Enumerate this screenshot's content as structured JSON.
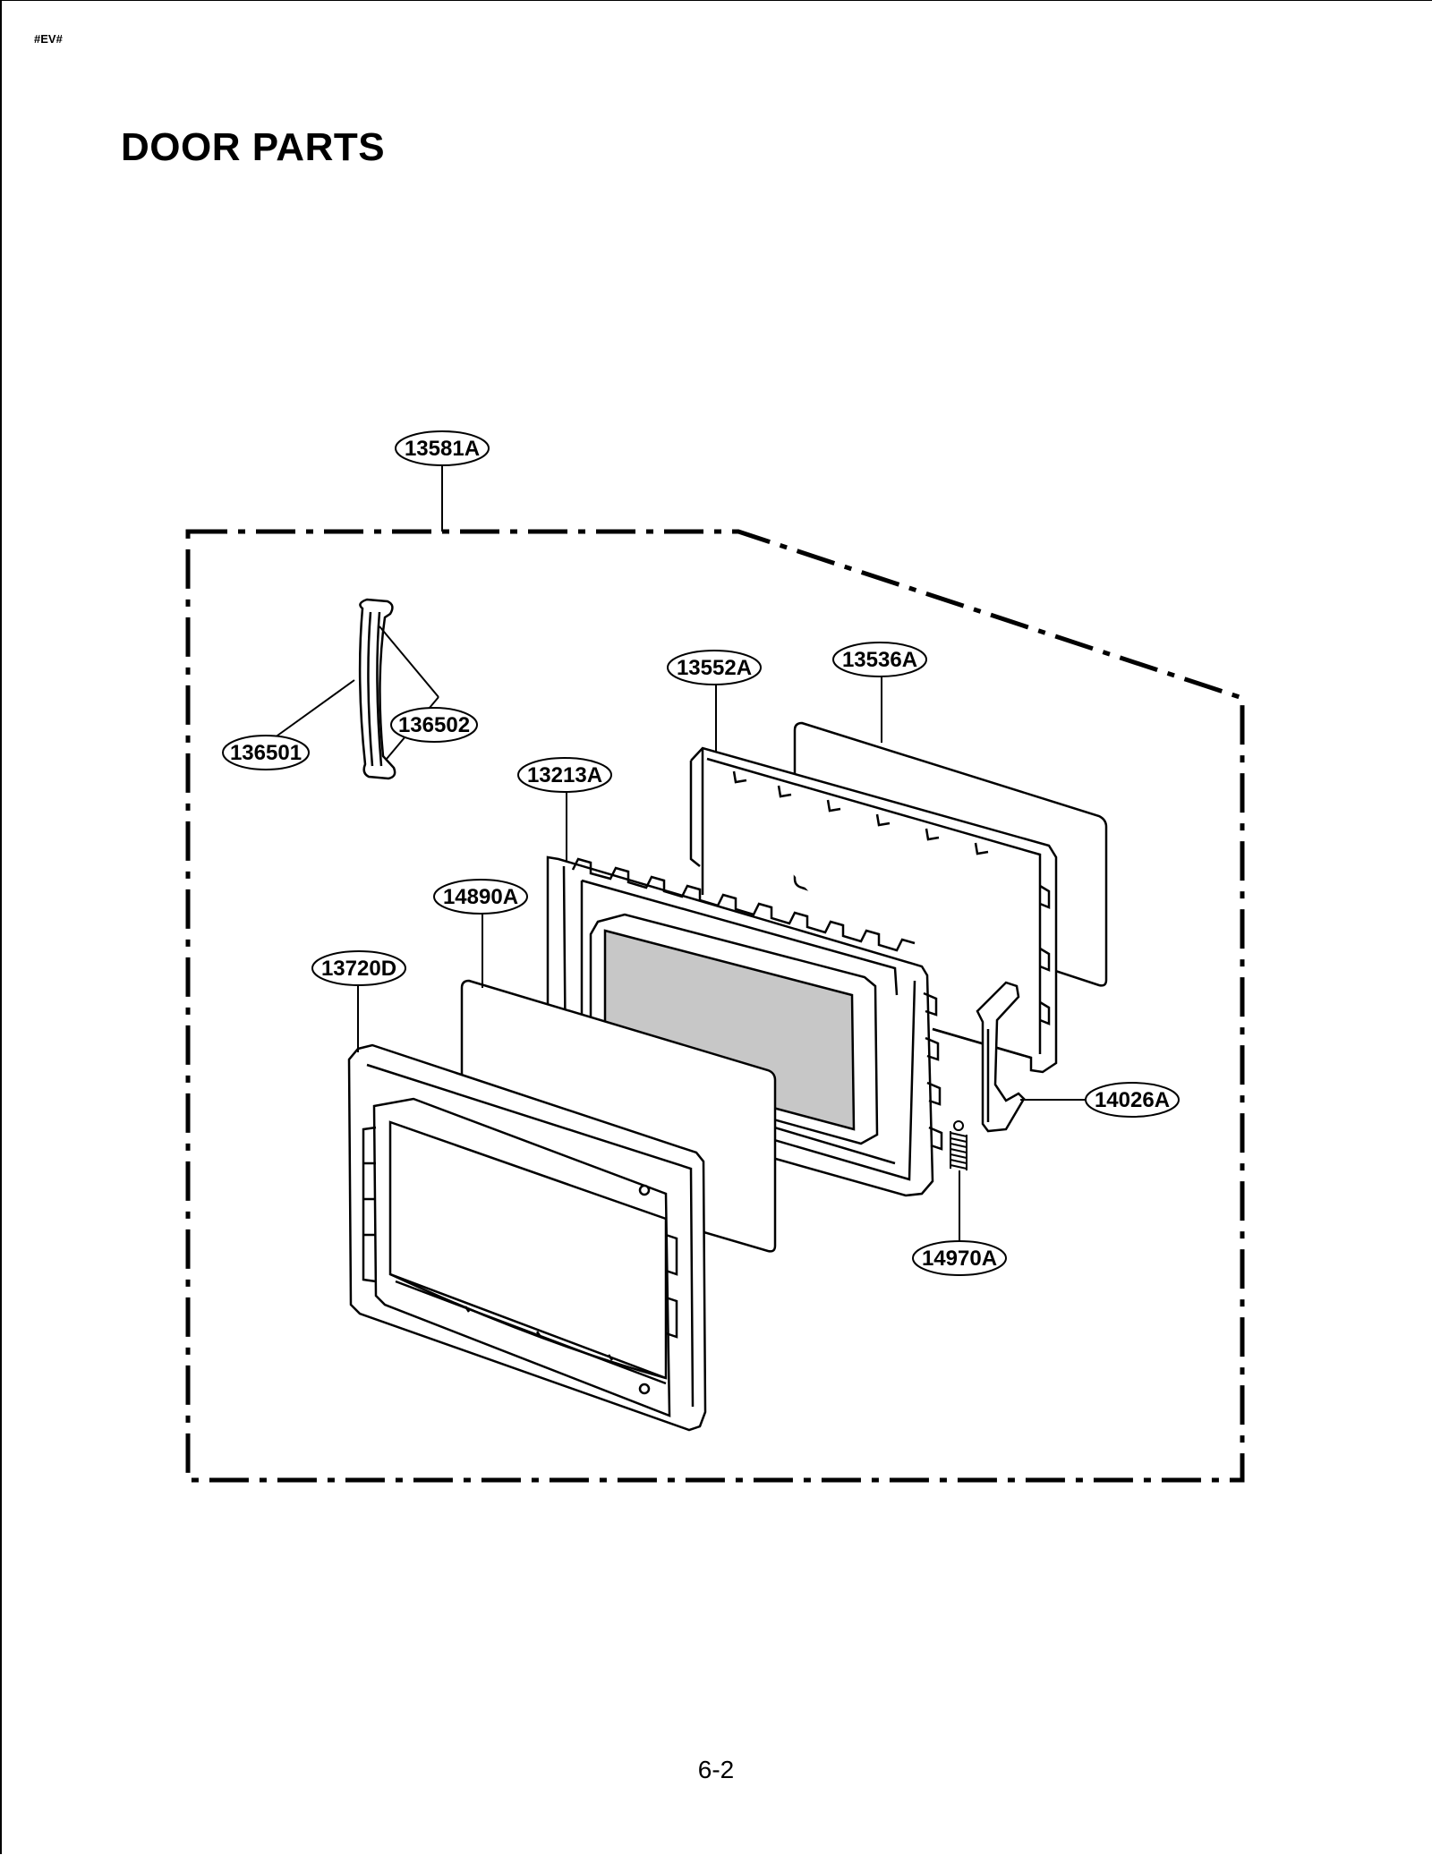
{
  "header": {
    "code": "#EV#"
  },
  "title": "DOOR PARTS",
  "page_number": "6-2",
  "callouts": {
    "assembly": "13581A",
    "handle_a": "136501",
    "handle_b": "136502",
    "choke_cover": "13552A",
    "rear_panel": "13536A",
    "door_frame": "13213A",
    "inner_panel": "14890A",
    "front_frame": "13720D",
    "latch": "14026A",
    "spring": "14970A"
  },
  "icons": [
    "handle-part-icon",
    "door-frame-part-icon",
    "panel-part-icon",
    "latch-part-icon",
    "spring-part-icon"
  ]
}
